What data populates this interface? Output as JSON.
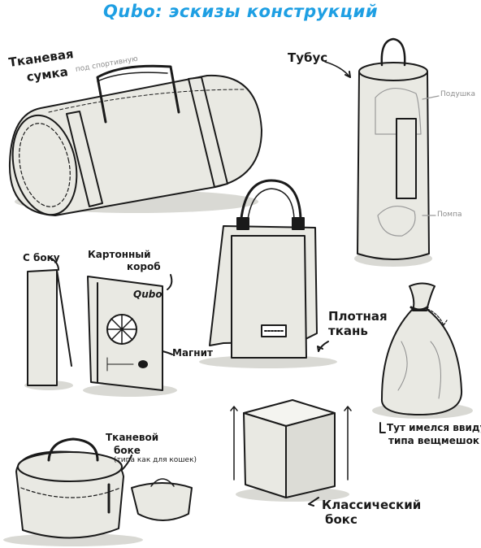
{
  "title": "Qubo: эскизы конструкций",
  "colors": {
    "title": "#1e9fe3",
    "ink": "#1a1a1a",
    "fill": "#e9e9e3",
    "shadow": "#d9d9d4",
    "grey_label": "#8c8c8c"
  },
  "labels": {
    "fabric_bag_line1": "Тканевая",
    "fabric_bag_line2": "сумка",
    "fabric_bag_note": "под спортивную",
    "tube": "Тубус",
    "tube_pillow": "Подушка",
    "tube_pompom": "Помпа",
    "side": "С боку",
    "cardboard_line1": "Картонный",
    "cardboard_line2": "короб",
    "cardboard_logo": "Qubo",
    "magnet": "Магнит",
    "dense_fabric_line1": "Плотная",
    "dense_fabric_line2": "ткань",
    "sack_line1": "Тут имелся ввиду",
    "sack_line2": "типа вещмешок",
    "fabric_box_line1": "Тканевой",
    "fabric_box_line2": "боке",
    "fabric_box_note": "(типа как для кошек)",
    "classic_line1": "Классический",
    "classic_line2": "бокс"
  }
}
